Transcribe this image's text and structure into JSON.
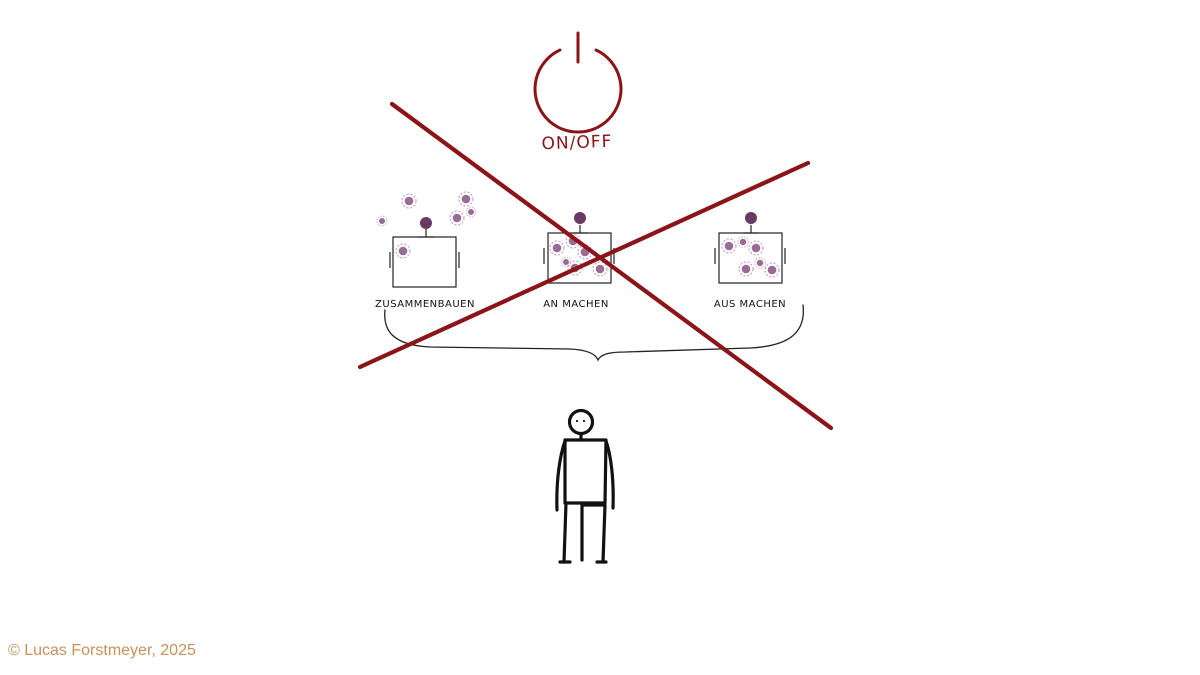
{
  "power": {
    "label": "ON/OFF",
    "color": "#8b1418"
  },
  "boxes": [
    {
      "label": "ZUSAMMENBAUEN"
    },
    {
      "label": "AN MACHEN"
    },
    {
      "label": "AUS MACHEN"
    }
  ],
  "colors": {
    "cross": "#8b1418",
    "gear": "#9b6a95",
    "knob": "#6a3a62",
    "ink": "#111111"
  },
  "footer": {
    "copyright": "© Lucas Forstmeyer, 2025"
  }
}
